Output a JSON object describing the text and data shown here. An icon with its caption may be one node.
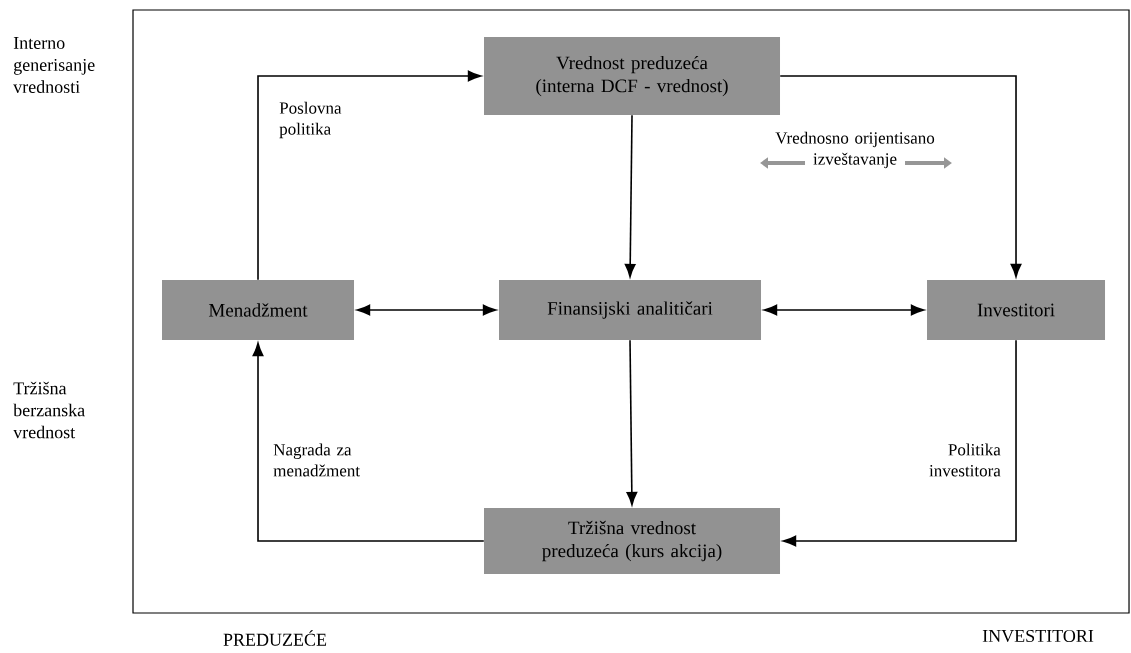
{
  "diagram": {
    "nodes": [
      {
        "text": [
          "Vrednost preduzeća (interna DCF - vrednost)"
        ]
      },
      {
        "text": [
          "Menadžment"
        ]
      },
      {
        "text": [
          "Finansijski analitičari"
        ]
      },
      {
        "text": [
          "Investitori"
        ]
      },
      {
        "text": [
          "Tržišna vrednost preduzeća (kurs akcija)"
        ]
      }
    ],
    "edges": [
      {
        "from": 1,
        "to": 0,
        "arrow": "to",
        "label": "Poslovna politika"
      },
      {
        "from": 0,
        "to": 3,
        "arrow": "to"
      },
      {
        "from": 0,
        "to": 2,
        "arrow": "to"
      },
      {
        "from": 1,
        "to": 2,
        "arrow": "both"
      },
      {
        "from": 2,
        "to": 3,
        "arrow": "both"
      },
      {
        "from": 2,
        "to": 4,
        "arrow": "to"
      },
      {
        "from": 3,
        "to": 4,
        "arrow": "to",
        "label": "Politika investitora"
      },
      {
        "from": 4,
        "to": 1,
        "arrow": "to",
        "label": "Nagrada za menadžment"
      }
    ],
    "labels": [
      "Interno generisanje vrednosti",
      "Vrednosno orijentisano izveštavanje",
      "Tržišna berzanska vrednost",
      "PREDUZEĆE",
      "INVESTITORI"
    ]
  }
}
